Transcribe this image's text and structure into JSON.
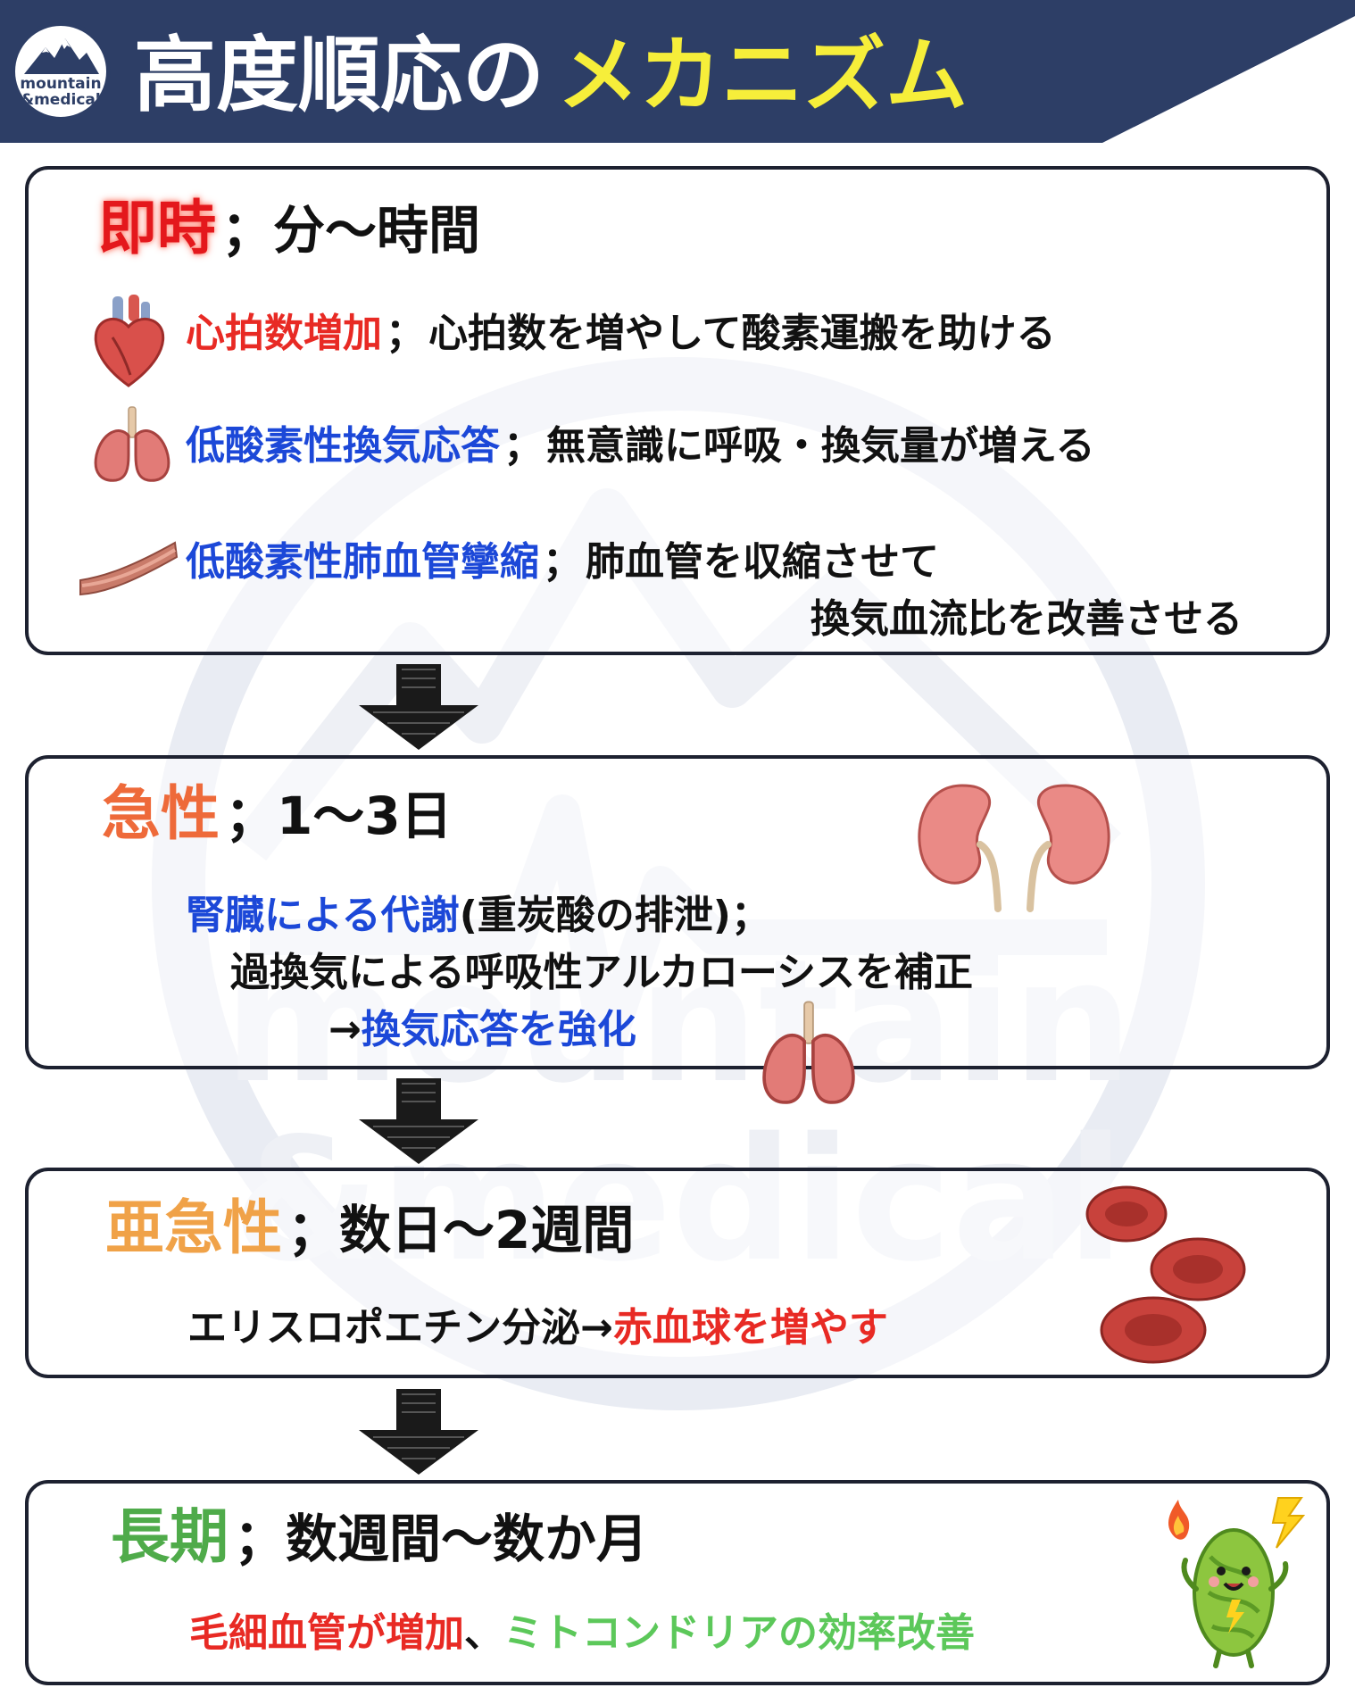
{
  "header": {
    "title_main": "高度順応の",
    "title_accent": "メカニズム",
    "logo_line1": "mountain",
    "logo_line2": "&medical",
    "band_color": "#2d3e66",
    "accent_color": "#f6ee3a"
  },
  "watermark": {
    "line1": "mountain",
    "line2": "&medical"
  },
  "immediate": {
    "title": "即時",
    "range": "；分〜時間",
    "items": [
      {
        "icon": "heart-icon",
        "label": "心拍数増加",
        "separator": "；",
        "text": "心拍数を増やして酸素運搬を助ける"
      },
      {
        "icon": "lungs-icon",
        "label": "低酸素性換気応答",
        "separator": "；",
        "text": "無意識に呼吸・換気量が増える"
      },
      {
        "icon": "blood-vessel-icon",
        "label": "低酸素性肺血管攣縮",
        "separator": "；",
        "text": "肺血管を収縮させて",
        "text2": "換気血流比を改善させる"
      }
    ]
  },
  "acute": {
    "title": "急性",
    "range": "；1〜3日",
    "label": "腎臓による代謝",
    "paren": "(重炭酸の排泄)；",
    "text": "過換気による呼吸性アルカローシスを補正",
    "arrow": "→",
    "result": "換気応答を強化"
  },
  "subacute": {
    "title": "亜急性",
    "range": "；数日〜2週間",
    "text": "エリスロポエチン分泌→",
    "result": "赤血球を増やす"
  },
  "longterm": {
    "title": "長期",
    "range": "；数週間〜数か月",
    "text1": "毛細血管が増加",
    "comma": "、",
    "text2": "ミトコンドリアの効率改善"
  }
}
